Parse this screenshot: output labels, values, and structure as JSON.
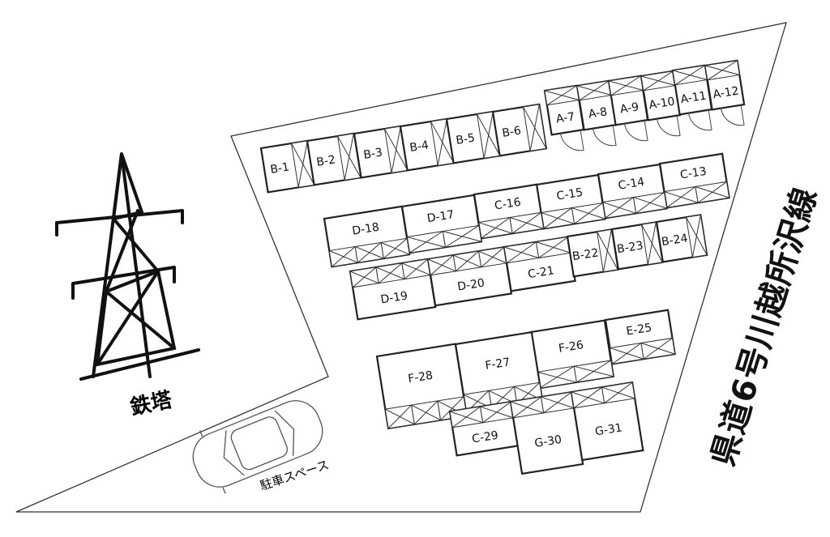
{
  "labels": {
    "tower": "鉄塔",
    "parking": "駐車スペース",
    "road": "県道6号川越所沢線"
  },
  "units": [
    "B-1",
    "B-2",
    "B-3",
    "B-4",
    "B-5",
    "B-6",
    "A-7",
    "A-8",
    "A-9",
    "A-10",
    "A-11",
    "A-12",
    "C-13",
    "C-14",
    "C-15",
    "C-16",
    "D-17",
    "D-18",
    "D-19",
    "D-20",
    "C-21",
    "B-22",
    "B-23",
    "B-24",
    "E-25",
    "F-26",
    "F-27",
    "F-28",
    "C-29",
    "G-30",
    "G-31"
  ]
}
